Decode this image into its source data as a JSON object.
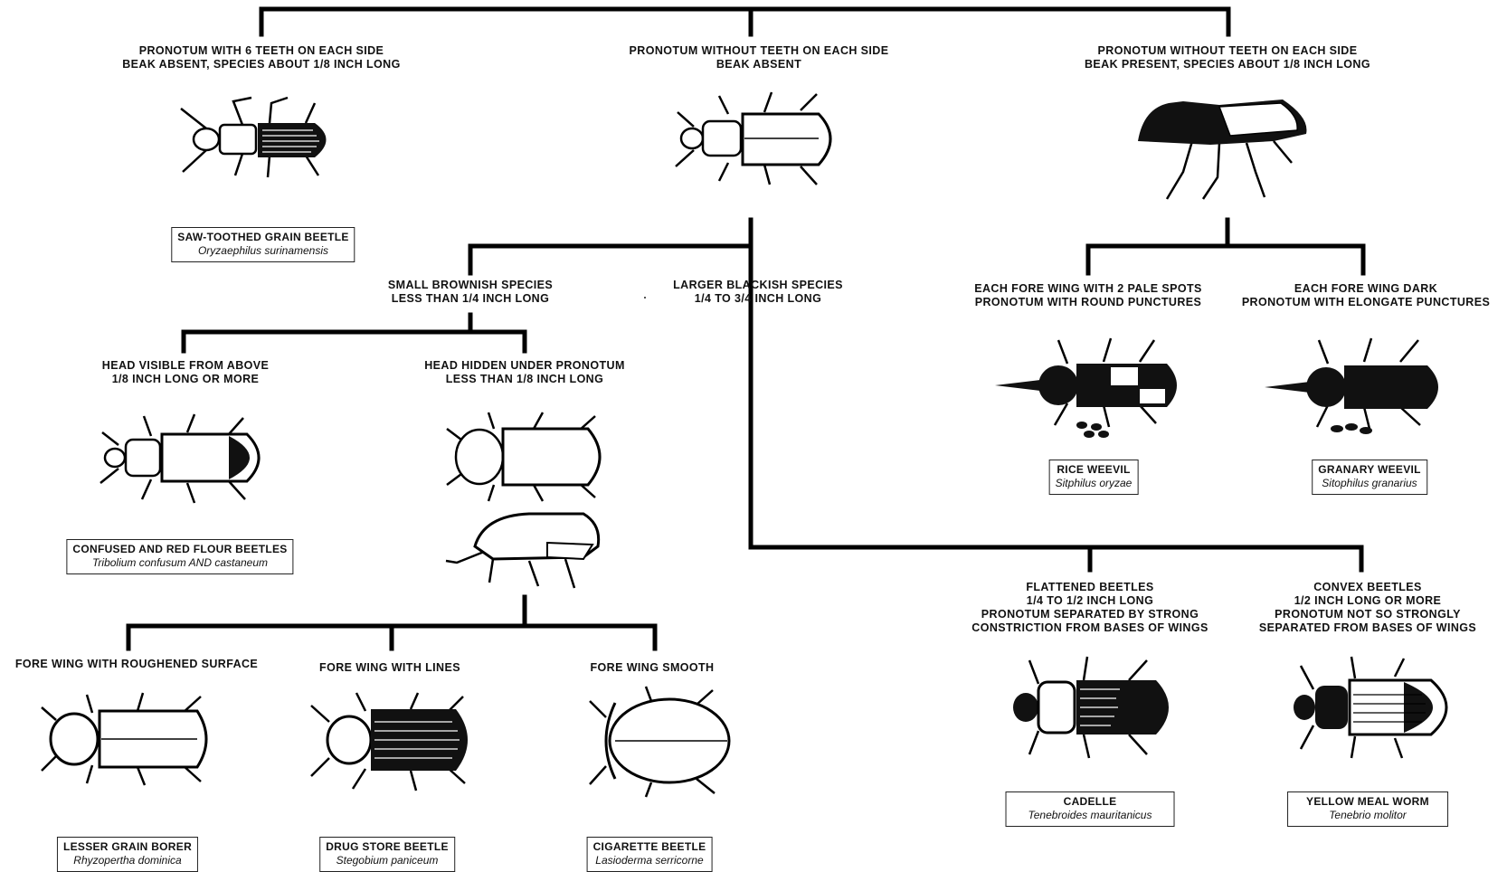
{
  "top": [
    {
      "lines": [
        "PRONOTUM WITH 6 TEETH ON EACH SIDE",
        "BEAK ABSENT, SPECIES ABOUT 1/8 INCH LONG"
      ]
    },
    {
      "lines": [
        "PRONOTUM WITHOUT TEETH ON EACH SIDE",
        "BEAK ABSENT"
      ]
    },
    {
      "lines": [
        "PRONOTUM WITHOUT TEETH ON EACH SIDE",
        "BEAK PRESENT, SPECIES ABOUT 1/8 INCH LONG"
      ]
    }
  ],
  "middle": [
    {
      "lines": [
        "SMALL BROWNISH SPECIES",
        "LESS THAN 1/4 INCH LONG"
      ]
    },
    {
      "lines": [
        "LARGER BLACKISH SPECIES",
        "1/4 TO 3/4 INCH LONG"
      ]
    },
    {
      "lines": [
        "EACH FORE WING WITH 2 PALE SPOTS",
        "PRONOTUM WITH ROUND PUNCTURES"
      ]
    },
    {
      "lines": [
        "EACH FORE WING DARK",
        "PRONOTUM WITH ELONGATE PUNCTURES"
      ]
    },
    {
      "lines": [
        "HEAD VISIBLE FROM ABOVE",
        "1/8 INCH LONG OR MORE"
      ]
    },
    {
      "lines": [
        "HEAD HIDDEN UNDER PRONOTUM",
        "LESS THAN 1/8 INCH LONG"
      ]
    }
  ],
  "lower": [
    {
      "lines": [
        "FLATTENED BEETLES",
        "1/4 TO 1/2 INCH LONG",
        "PRONOTUM SEPARATED BY STRONG",
        "CONSTRICTION FROM BASES OF WINGS"
      ]
    },
    {
      "lines": [
        "CONVEX BEETLES",
        "1/2 INCH LONG OR MORE",
        "PRONOTUM NOT SO STRONGLY",
        "SEPARATED FROM BASES OF WINGS"
      ]
    },
    {
      "lines": [
        "FORE WING WITH ROUGHENED SURFACE"
      ]
    },
    {
      "lines": [
        "FORE WING WITH LINES"
      ]
    },
    {
      "lines": [
        "FORE WING SMOOTH"
      ]
    }
  ],
  "species": [
    {
      "common": "SAW-TOOTHED GRAIN BEETLE",
      "scientific": "Oryzaephilus surinamensis"
    },
    {
      "common": "CONFUSED AND RED FLOUR BEETLES",
      "scientific": "Tribolium confusum AND castaneum"
    },
    {
      "common": "RICE WEEVIL",
      "scientific": "Sitphilus oryzae"
    },
    {
      "common": "GRANARY WEEVIL",
      "scientific": "Sitophilus granarius"
    },
    {
      "common": "CADELLE",
      "scientific": "Tenebroides mauritanicus"
    },
    {
      "common": "YELLOW MEAL WORM",
      "scientific": "Tenebrio molitor"
    },
    {
      "common": "LESSER GRAIN BORER",
      "scientific": "Rhyzopertha dominica"
    },
    {
      "common": "DRUG STORE BEETLE",
      "scientific": "Stegobium paniceum"
    },
    {
      "common": "CIGARETTE BEETLE",
      "scientific": "Lasioderma serricorne"
    }
  ]
}
